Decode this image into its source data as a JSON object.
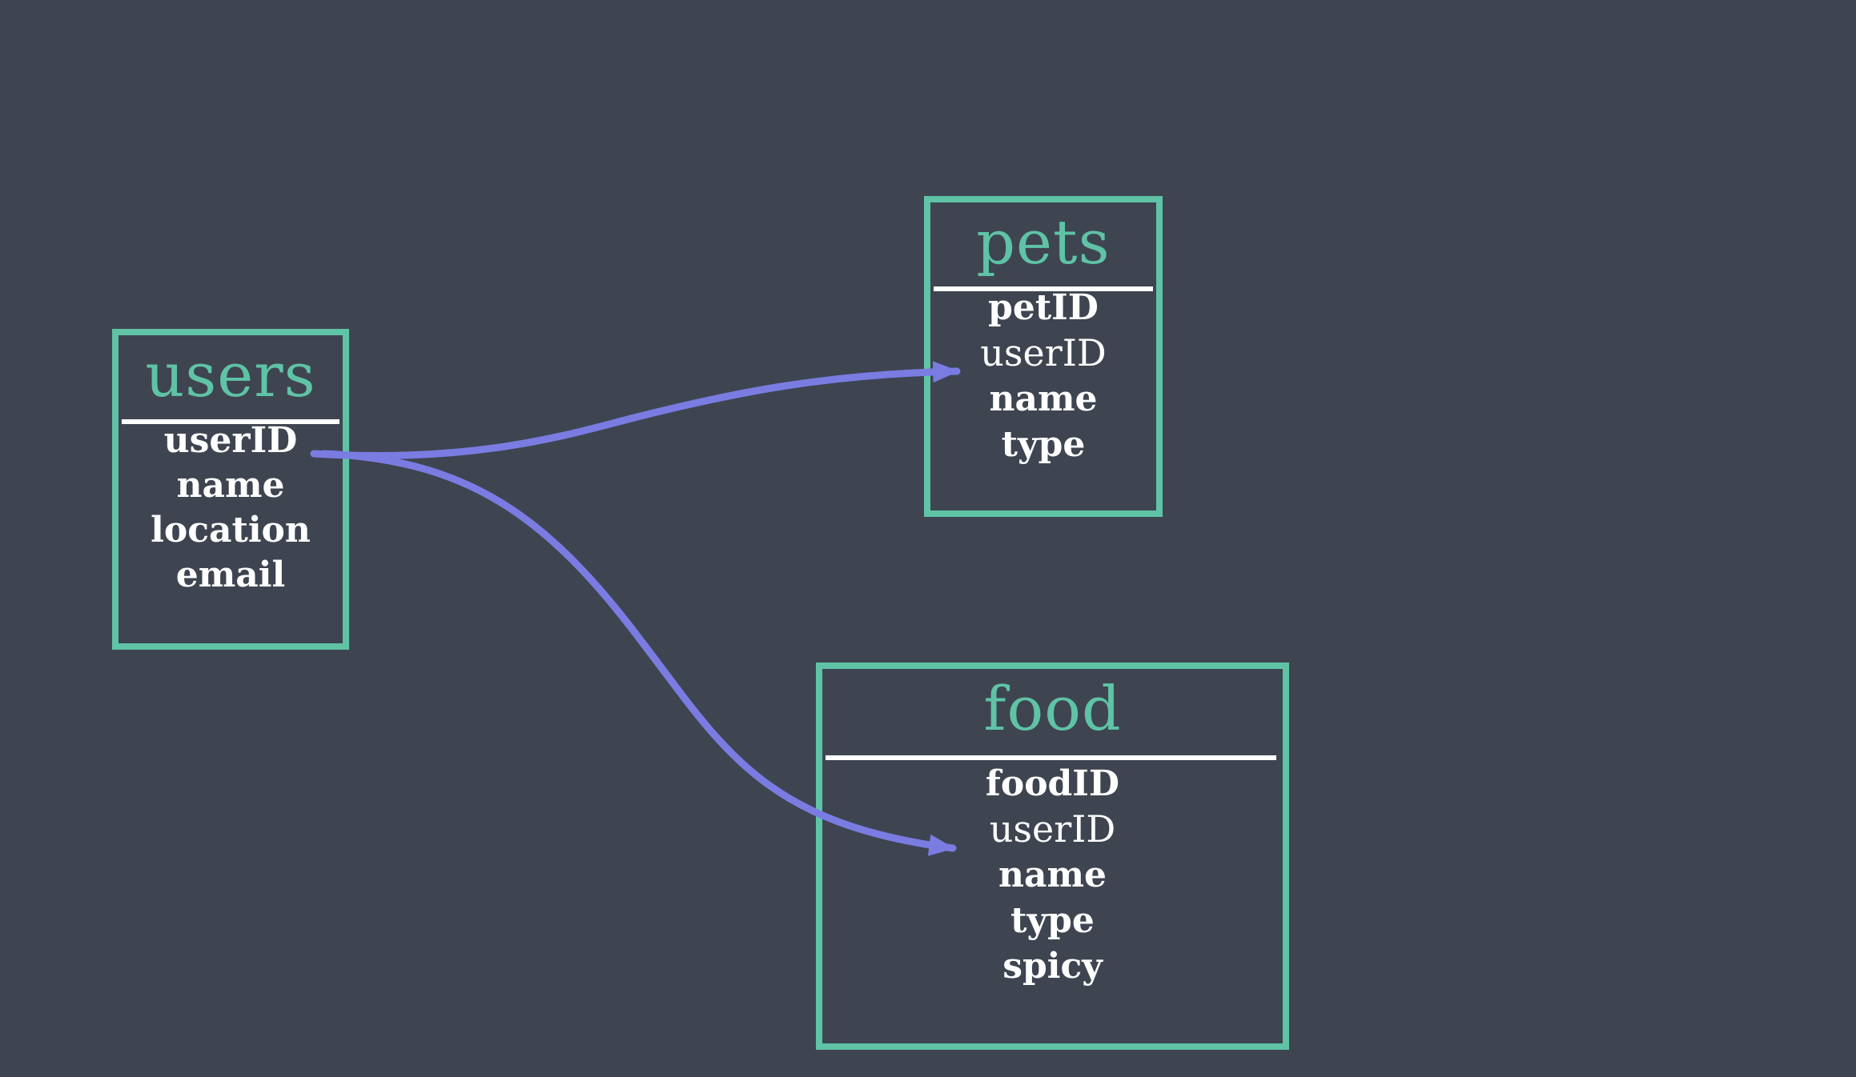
{
  "colors": {
    "background": "#3e4551",
    "table_border": "#5fc3a5",
    "table_title": "#5fc3a5",
    "field_text": "#ffffff",
    "divider": "#ffffff",
    "connector": "#7a7ce2"
  },
  "tables": {
    "users": {
      "title": "users",
      "fields": [
        {
          "label": "userID",
          "primary_key": true
        },
        {
          "label": "name"
        },
        {
          "label": "location"
        },
        {
          "label": "email"
        }
      ]
    },
    "pets": {
      "title": "pets",
      "fields": [
        {
          "label": "petID",
          "primary_key": true
        },
        {
          "label": "userID",
          "foreign_key": true
        },
        {
          "label": "name"
        },
        {
          "label": "type"
        }
      ]
    },
    "food": {
      "title": "food",
      "fields": [
        {
          "label": "foodID",
          "primary_key": true
        },
        {
          "label": "userID",
          "foreign_key": true
        },
        {
          "label": "name"
        },
        {
          "label": "type"
        },
        {
          "label": "spicy"
        }
      ]
    }
  },
  "relationships": [
    {
      "from_table": "users",
      "from_field": "userID",
      "to_table": "pets",
      "to_field": "userID"
    },
    {
      "from_table": "users",
      "from_field": "userID",
      "to_table": "food",
      "to_field": "userID"
    }
  ]
}
